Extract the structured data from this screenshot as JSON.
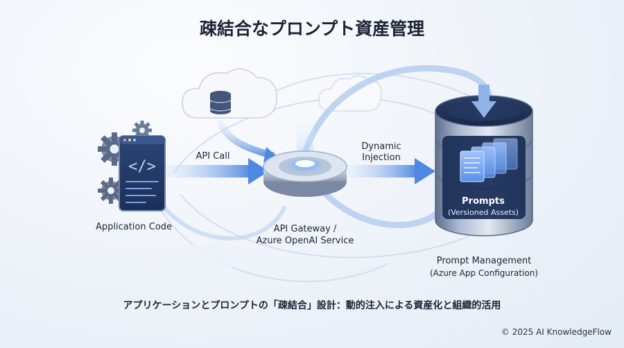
{
  "title": "疎結合なプロンプト資産管理",
  "labels": {
    "app_code": "Application Code",
    "api_call": "API Call",
    "gateway_line1": "API Gateway /",
    "gateway_line2": "Azure OpenAI Service",
    "dynamic_line1": "Dynamic",
    "dynamic_line2": "Injection",
    "prompts": "Prompts",
    "prompts_sub": "(Versioned Assets)",
    "pm_line1": "Prompt Management",
    "pm_line2": "(Azure App Configuration)"
  },
  "subtitle": "アプリケーションとプロンプトの「疎結合」設計：動的注入による資産化と組織的活用",
  "copyright": "© 2025 AI KnowledgeFlow",
  "icons": [
    "gear-icon",
    "code-window-icon",
    "cloud-database-icon",
    "cloud-icon",
    "gateway-disc-icon",
    "prompt-documents-icon",
    "arrow-down-icon"
  ],
  "colors": {
    "accent": "#2f6fd6",
    "dark_blue": "#1f3a6a",
    "light_blue": "#8fb4ea"
  }
}
